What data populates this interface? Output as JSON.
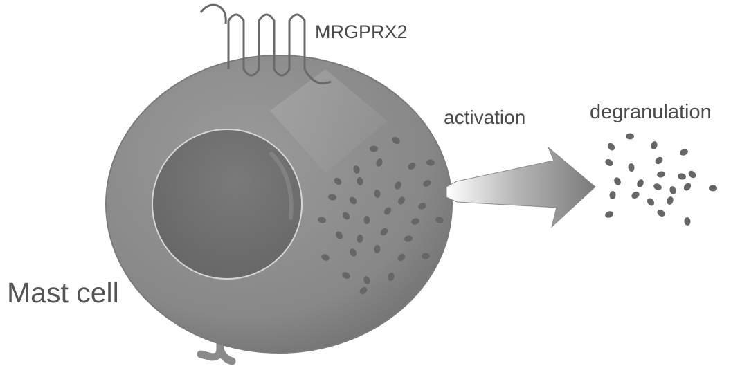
{
  "labels": {
    "receptor": "MRGPRX2",
    "activation": "activation",
    "degranulation": "degranulation",
    "cell": "Mast cell"
  },
  "colors": {
    "background": "#ffffff",
    "cell_fill": "#8a8a8a",
    "nucleus_fill": "#707070",
    "nucleus_outline": "#d6d6d6",
    "granule_fill": "#666666",
    "receptor_stroke": "#6a6a6a",
    "arrow_fill": "#858585",
    "text": "#4a4a4a"
  },
  "icons": {
    "receptor": "seven-transmembrane-receptor-icon",
    "arrow": "right-arrow-icon",
    "surface_receptor": "y-shaped-receptor-icon"
  }
}
